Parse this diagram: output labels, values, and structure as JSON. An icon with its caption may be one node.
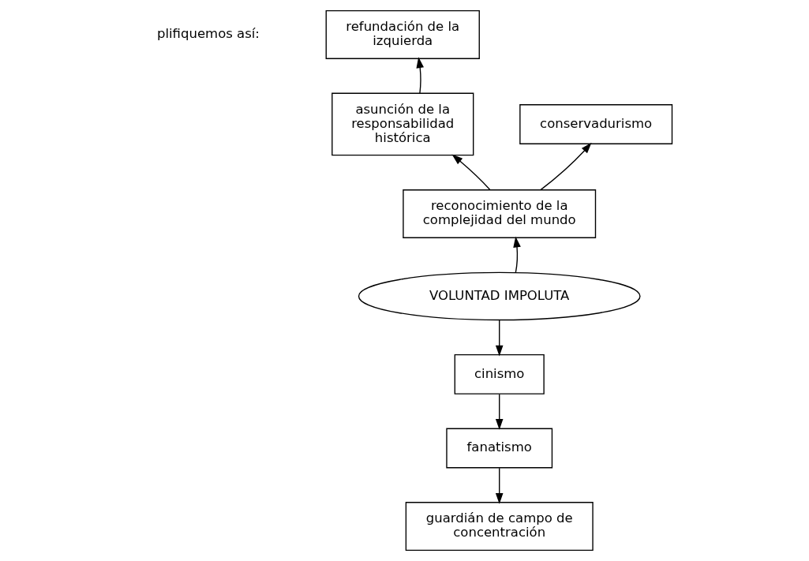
{
  "diagram": {
    "nodes": [
      {
        "text": [
          "refundación de la izquierda"
        ]
      },
      {
        "text": [
          "asunción de la responsabilidad histórica"
        ]
      },
      {
        "text": [
          "conservadurismo"
        ]
      },
      {
        "text": [
          "reconocimiento de la complejidad del mundo"
        ]
      },
      {
        "text": [
          "VOLUNTAD IMPOLUTA"
        ]
      },
      {
        "text": [
          "cinismo"
        ]
      },
      {
        "text": [
          "fanatismo"
        ]
      },
      {
        "text": [
          "guardián de campo de concentración"
        ]
      }
    ],
    "edges": [
      {
        "from": 1,
        "to": 0,
        "arrow": "to"
      },
      {
        "from": 3,
        "to": 2,
        "arrow": "to"
      },
      {
        "from": 3,
        "to": 1,
        "arrow": "to"
      },
      {
        "from": 4,
        "to": 3,
        "arrow": "to"
      },
      {
        "from": 4,
        "to": 5,
        "arrow": "to"
      },
      {
        "from": 5,
        "to": 6,
        "arrow": "to"
      },
      {
        "from": 6,
        "to": 7,
        "arrow": "to"
      }
    ],
    "labels": [
      "plifiquemos así:"
    ]
  }
}
